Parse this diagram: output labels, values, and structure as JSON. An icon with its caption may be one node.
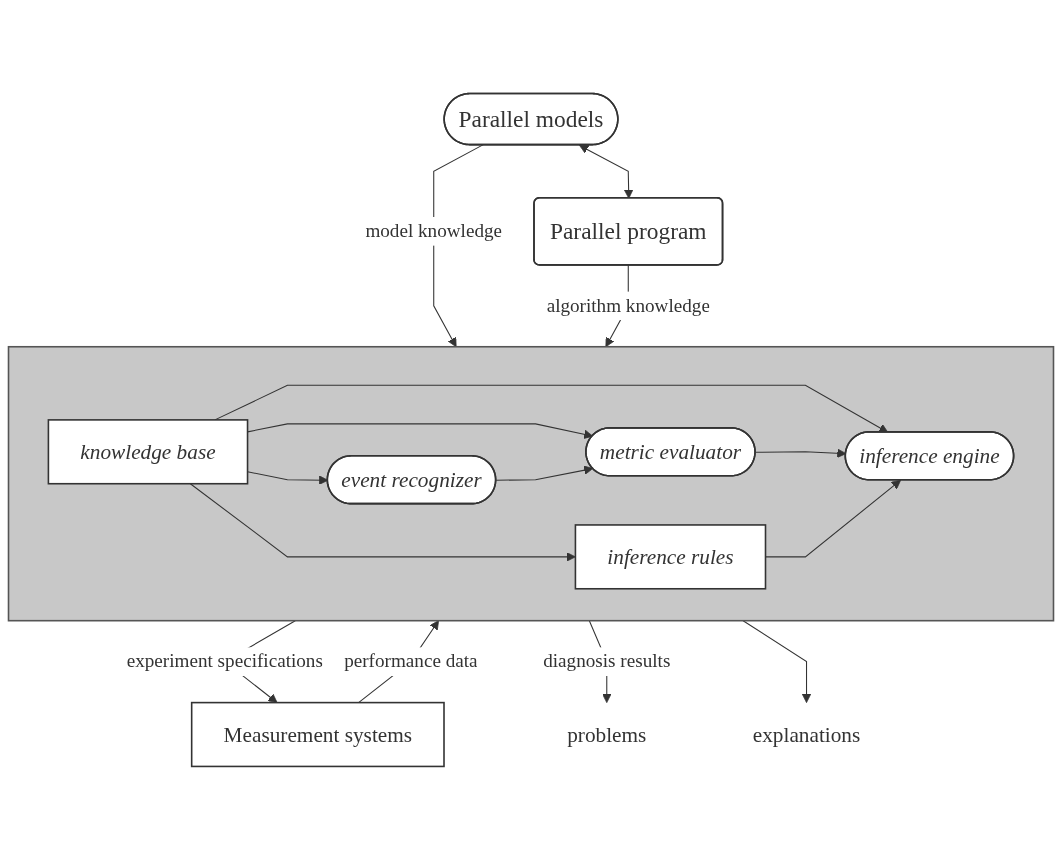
{
  "diagram": {
    "nodes": [
      {
        "text": [
          "Parallel models"
        ]
      },
      {
        "text": [
          "Parallel program"
        ]
      },
      {
        "text": [],
        "shape": "box"
      },
      {
        "text": [
          "event recognizer"
        ],
        "in": 2
      },
      {
        "text": [
          "knowledge base"
        ],
        "in": 2
      },
      {
        "text": [
          "inference engine"
        ],
        "in": 2
      },
      {
        "text": [
          "metric evaluator"
        ],
        "in": 2
      },
      {
        "text": [
          "inference rules"
        ],
        "in": 2
      },
      {
        "text": [
          "Measurement systems"
        ]
      },
      {
        "text": [
          "problems"
        ]
      },
      {
        "text": [
          "explanations"
        ]
      }
    ],
    "edges": [
      {
        "from": 0,
        "to": 1,
        "arrow": "both"
      },
      {
        "from": 0,
        "to": 2,
        "arrow": "to",
        "label": "model knowledge"
      },
      {
        "from": 1,
        "to": 2,
        "arrow": "to",
        "label": "algorithm knowledge"
      },
      {
        "from": 8,
        "to": 2,
        "arrow": "to",
        "label": "performance data"
      },
      {
        "from": 2,
        "to": 8,
        "arrow": "to",
        "label": "experiment specifications"
      },
      {
        "from": 4,
        "to": 3,
        "arrow": "to"
      },
      {
        "from": 4,
        "to": 5,
        "arrow": "to"
      },
      {
        "from": 4,
        "to": 6,
        "arrow": "to"
      },
      {
        "from": 3,
        "to": 6,
        "arrow": "to"
      },
      {
        "from": 6,
        "to": 5,
        "arrow": "to"
      },
      {
        "from": 7,
        "to": 5,
        "arrow": "to"
      },
      {
        "from": 4,
        "to": 7,
        "arrow": "to"
      },
      {
        "from": 2,
        "to": 9,
        "arrow": "to",
        "label": "diagnosis results"
      },
      {
        "from": 2,
        "to": 10,
        "arrow": "to"
      }
    ]
  }
}
